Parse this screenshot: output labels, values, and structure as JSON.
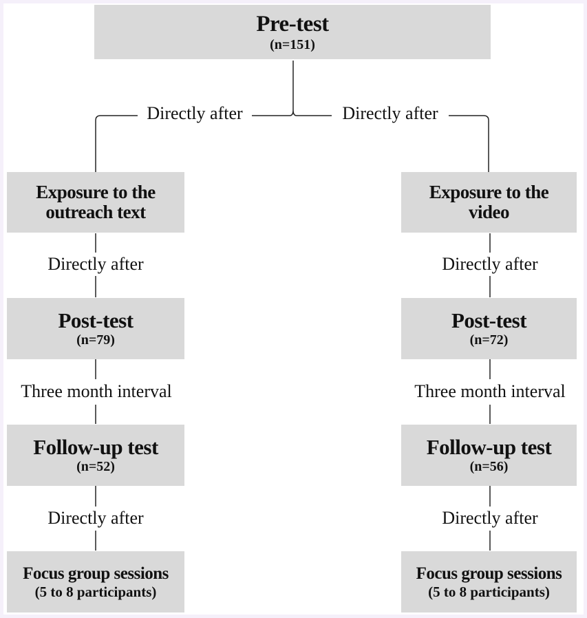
{
  "pretest": {
    "title": "Pre-test",
    "n": "(n=151)"
  },
  "edges": {
    "pre_to_left": "Directly after",
    "pre_to_right": "Directly after"
  },
  "left": {
    "exposure": [
      "Exposure to the",
      "outreach text"
    ],
    "edge1": "Directly after",
    "posttest": {
      "title": "Post-test",
      "n": "(n=79)"
    },
    "edge2": "Three month interval",
    "followup": {
      "title": "Follow-up test",
      "n": "(n=52)"
    },
    "edge3": "Directly after",
    "focus": {
      "title": "Focus group sessions",
      "sub": "(5 to 8 participants)"
    }
  },
  "right": {
    "exposure": [
      "Exposure to the",
      "video"
    ],
    "edge1": "Directly after",
    "posttest": {
      "title": "Post-test",
      "n": "(n=72)"
    },
    "edge2": "Three month interval",
    "followup": {
      "title": "Follow-up test",
      "n": "(n=56)"
    },
    "edge3": "Directly after",
    "focus": {
      "title": "Focus group sessions",
      "sub": "(5 to 8 participants)"
    }
  }
}
